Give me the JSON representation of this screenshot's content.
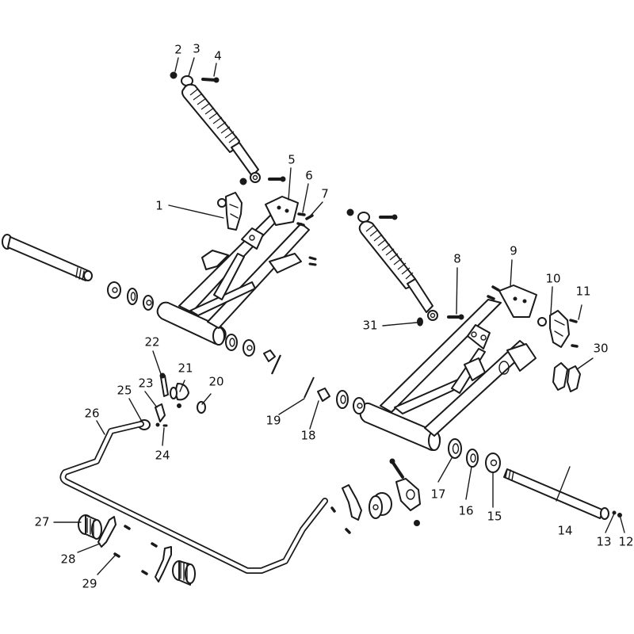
{
  "diagram": {
    "title": "Rear suspension / swing arm exploded parts diagram",
    "line_color": "#1a1a1a",
    "background": "#ffffff",
    "callouts": [
      {
        "id": "1",
        "label": "1"
      },
      {
        "id": "2",
        "label": "2"
      },
      {
        "id": "3",
        "label": "3"
      },
      {
        "id": "4",
        "label": "4"
      },
      {
        "id": "5",
        "label": "5"
      },
      {
        "id": "6",
        "label": "6"
      },
      {
        "id": "7",
        "label": "7"
      },
      {
        "id": "8",
        "label": "8"
      },
      {
        "id": "9",
        "label": "9"
      },
      {
        "id": "10",
        "label": "10"
      },
      {
        "id": "11",
        "label": "11"
      },
      {
        "id": "12",
        "label": "12"
      },
      {
        "id": "13",
        "label": "13"
      },
      {
        "id": "14",
        "label": "14"
      },
      {
        "id": "15",
        "label": "15"
      },
      {
        "id": "16",
        "label": "16"
      },
      {
        "id": "17",
        "label": "17"
      },
      {
        "id": "18",
        "label": "18"
      },
      {
        "id": "19",
        "label": "19"
      },
      {
        "id": "20",
        "label": "20"
      },
      {
        "id": "21",
        "label": "21"
      },
      {
        "id": "22",
        "label": "22"
      },
      {
        "id": "23",
        "label": "23"
      },
      {
        "id": "24",
        "label": "24"
      },
      {
        "id": "25",
        "label": "25"
      },
      {
        "id": "26",
        "label": "26"
      },
      {
        "id": "27",
        "label": "27"
      },
      {
        "id": "28",
        "label": "28"
      },
      {
        "id": "29",
        "label": "29"
      },
      {
        "id": "30",
        "label": "30"
      },
      {
        "id": "31",
        "label": "31"
      }
    ]
  }
}
